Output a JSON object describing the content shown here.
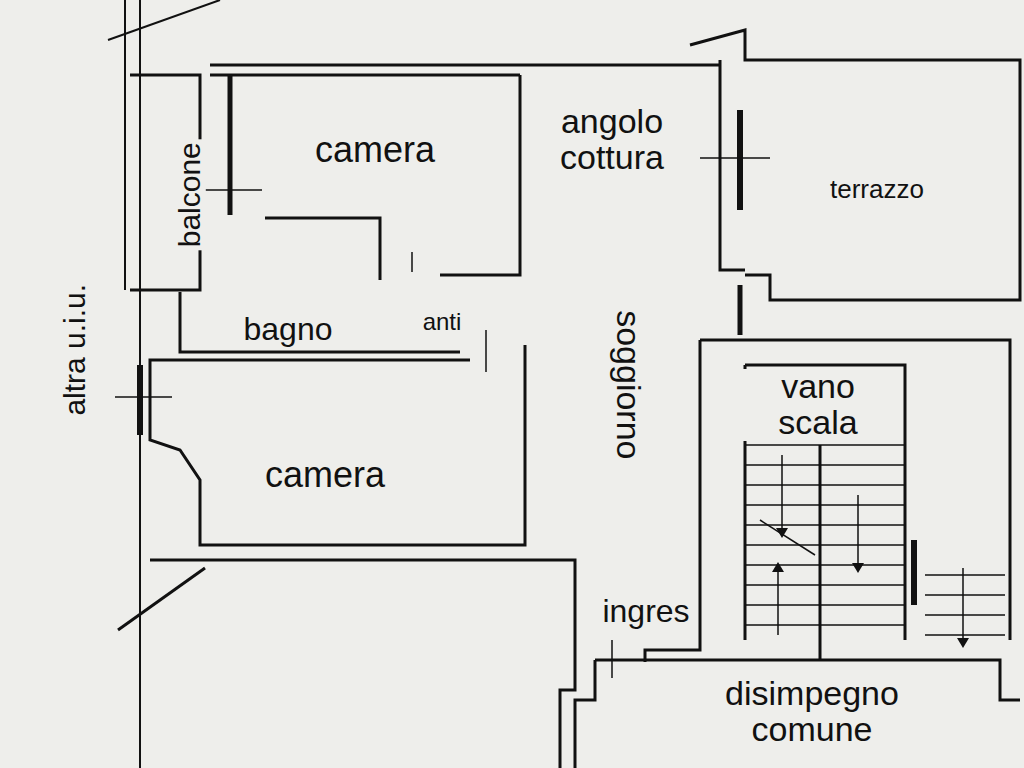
{
  "diagram": {
    "labels": [
      "camera",
      "angolo cottura",
      "terrazzo",
      "balcone",
      "bagno",
      "anti",
      "soggiorno",
      "altra u.i.u.",
      "camera",
      "vano scala",
      "ingres",
      "disimpegno comune"
    ]
  }
}
